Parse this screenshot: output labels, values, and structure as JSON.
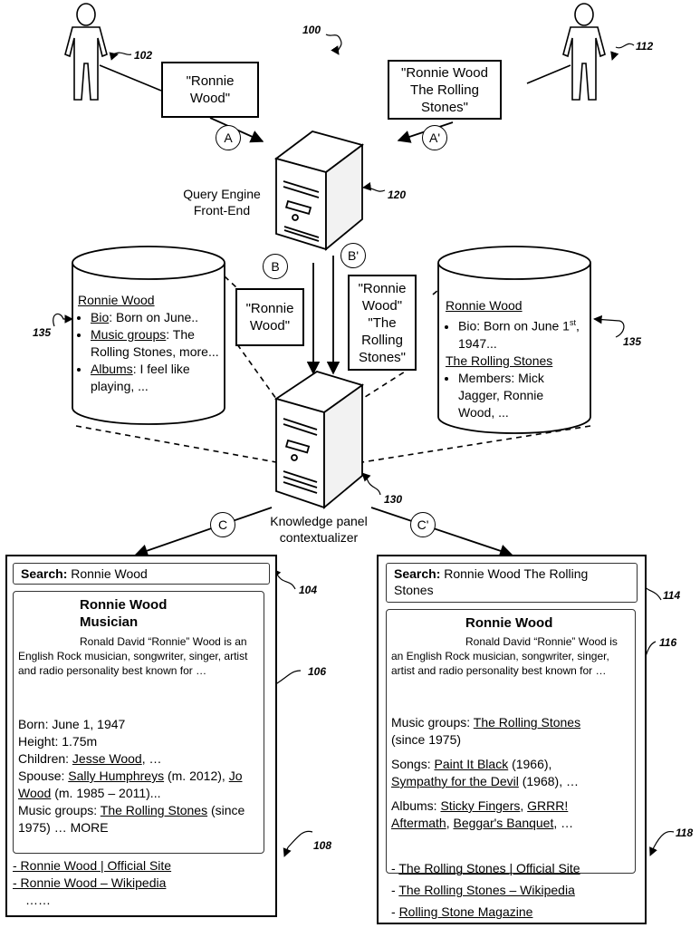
{
  "figure_ref": "100",
  "users": {
    "left": {
      "ref": "102",
      "query": "\"Ronnie\nWood\""
    },
    "right": {
      "ref": "112",
      "query": "\"Ronnie Wood\nThe Rolling\nStones\""
    }
  },
  "steps": {
    "a": "A",
    "a_prime": "A'",
    "b": "B",
    "b_prime": "B'",
    "c": "C",
    "c_prime": "C'"
  },
  "query_engine": {
    "label": "Query Engine\nFront-End",
    "ref": "120"
  },
  "contextualizer": {
    "label": "Knowledge panel\ncontextualizer",
    "ref": "130"
  },
  "forwarded": {
    "left": "\"Ronnie\nWood\"",
    "right": "\"Ronnie\nWood\"\n\"The\nRolling\nStones\""
  },
  "db_left": {
    "ref": "135",
    "title": "Ronnie Wood",
    "items": [
      {
        "key": "Bio",
        "text": ": Born on June.."
      },
      {
        "key": "Music groups",
        "text": ": The Rolling Stones, more..."
      },
      {
        "key": "Albums",
        "text": ": I feel like playing, ..."
      }
    ]
  },
  "db_right": {
    "ref": "135",
    "title1": "Ronnie Wood",
    "bio_a": "Bio: Born on June 1",
    "bio_sup": "st",
    "bio_b": ", 1947...",
    "title2": "The Rolling Stones",
    "members": "Members: Mick Jagger, Ronnie Wood, ..."
  },
  "panel_left": {
    "search_ref": "104",
    "card_ref": "106",
    "links_ref": "108",
    "search_label": "Search:",
    "search_query": " Ronnie Wood",
    "name": "Ronnie Wood",
    "role": "Musician",
    "description": "Ronald David “Ronnie” Wood is an English Rock musician, songwriter, singer, artist and radio personality best known for …",
    "born": "Born: June 1, 1947",
    "height": "Height: 1.75m",
    "children_label": "Children: ",
    "children_link": "Jesse Wood",
    "children_rest": ", …",
    "spouse_label": "Spouse: ",
    "spouse_link1": "Sally Humphreys",
    "spouse_mid": " (m. 2012), ",
    "spouse_link2": "Jo Wood",
    "spouse_rest": " (m. 1985 – 2011)...",
    "groups_label": "Music groups: ",
    "groups_link": "The Rolling Stones",
    "groups_rest": " (since 1975) … MORE",
    "link1": "- Ronnie Wood | Official Site",
    "link2": "- Ronnie Wood – Wikipedia",
    "more": "……"
  },
  "panel_right": {
    "search_ref": "114",
    "card_ref": "116",
    "links_ref": "118",
    "search_label": "Search:",
    "search_query": " Ronnie Wood The Rolling Stones",
    "name": "Ronnie Wood",
    "description": "Ronald David “Ronnie” Wood is an English Rock musician, songwriter, singer, artist and radio personality best known for …",
    "groups_label": "Music groups: ",
    "groups_link": "The Rolling Stones",
    "groups_rest": " (since 1975)",
    "songs_label": "Songs: ",
    "song1": "Paint It Black",
    "song1_year": " (1966),",
    "song2": "Sympathy for the Devil",
    "song2_year": " (1968), …",
    "albums_label": "Albums: ",
    "album1": "Sticky Fingers",
    "album2": "GRRR!",
    "album3": "Aftermath",
    "album4": "Beggar's Banquet",
    "albums_rest": ", …",
    "link1": "The Rolling Stones | Official Site",
    "link2": "The Rolling Stones – Wikipedia",
    "link3": "Rolling Stone Magazine"
  }
}
